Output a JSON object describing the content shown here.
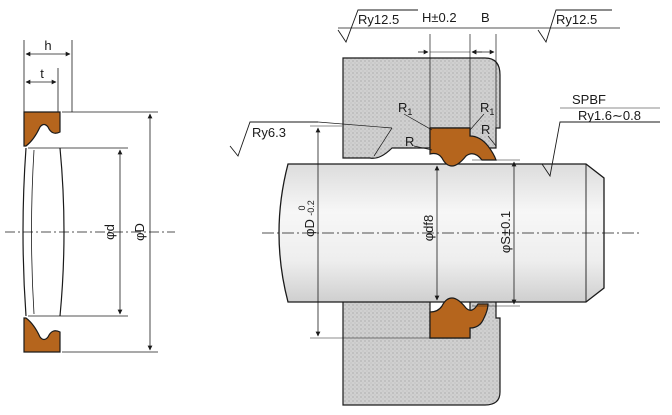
{
  "left_view": {
    "dim_h": "h",
    "dim_t": "t",
    "dim_d": "φd",
    "dim_D": "φD"
  },
  "right_view": {
    "ry_top_left": "Ry12.5",
    "h_tol": "H±0.2",
    "b_label": "B",
    "ry_top_right": "Ry12.5",
    "spbf": "SPBF",
    "ry_shaft": "Ry1.6∼0.8",
    "ry_bore": "Ry6.3",
    "r1_left": "R",
    "r1_left_sub": "1",
    "r1_right": "R",
    "r1_right_sub": "1",
    "r_left": "R",
    "r_right": "R",
    "dim_D_main": "φD",
    "dim_D_upper": "0",
    "dim_D_lower": "-0.2",
    "dim_df8": "φdf8",
    "dim_S": "φS±0.1"
  },
  "colors": {
    "seal": "#b5651d",
    "housing": "#cdcdcd",
    "shaft": "#f2f2f2",
    "line": "#1a1a1a"
  }
}
